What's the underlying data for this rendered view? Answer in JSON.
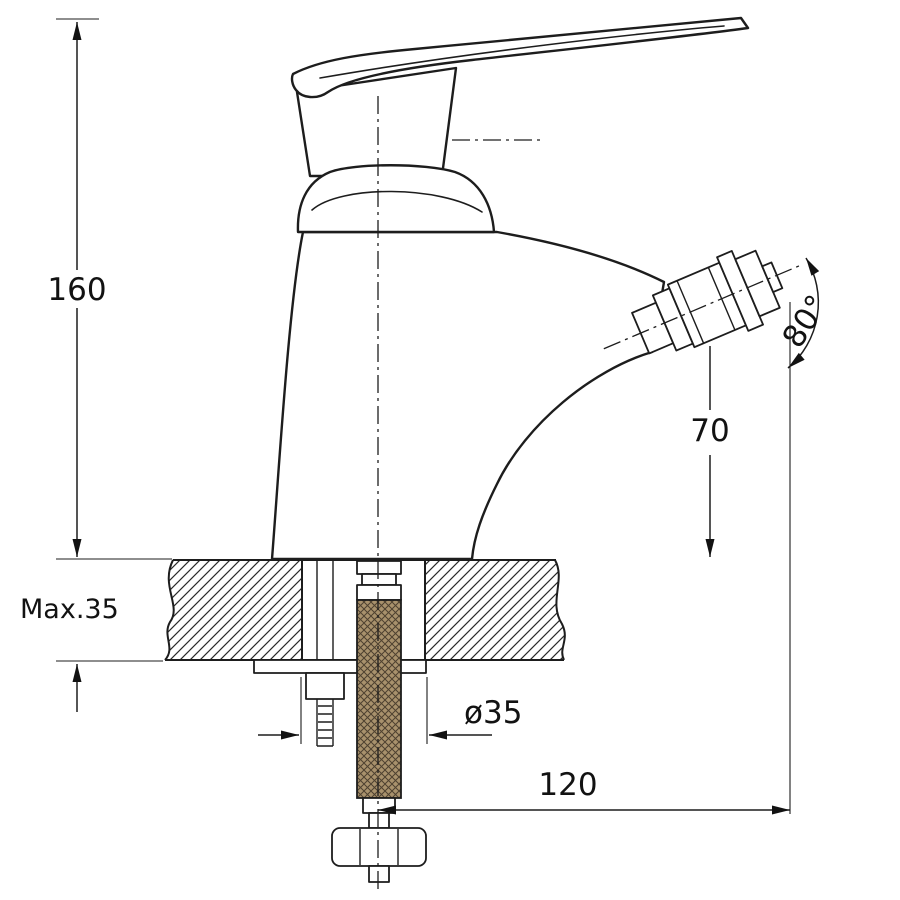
{
  "labels": {
    "total_height": "160",
    "max_counter_thickness": "Max.35",
    "outlet_height": "70",
    "outlet_angle": "80°",
    "mounting_hole_diameter": "ø35",
    "spout_reach": "120"
  },
  "colors": {
    "line": "#1d1d1d",
    "background": "#ffffff",
    "hose_fill": "#a8916c",
    "hose_hatch": "#4e4130"
  }
}
